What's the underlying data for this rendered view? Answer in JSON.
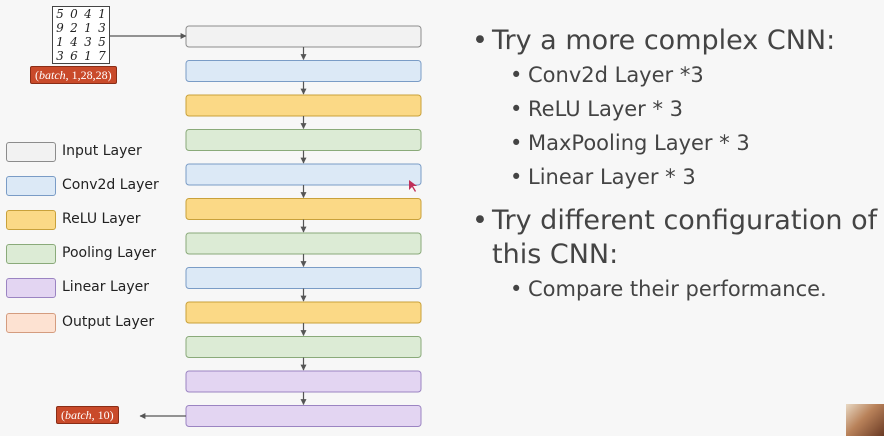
{
  "input_digits": [
    [
      "5",
      "0",
      "4",
      "1"
    ],
    [
      "9",
      "2",
      "1",
      "3"
    ],
    [
      "1",
      "4",
      "3",
      "5"
    ],
    [
      "3",
      "6",
      "1",
      "7"
    ]
  ],
  "input_shape": {
    "var": "batch",
    "rest": ", 1,28,28"
  },
  "output_shape": {
    "var": "batch",
    "rest": ", 10"
  },
  "layers": [
    "input",
    "conv",
    "relu",
    "pool",
    "conv",
    "relu",
    "pool",
    "conv",
    "relu",
    "pool",
    "linear",
    "linear"
  ],
  "layer_colors": {
    "input": {
      "fill": "#f2f2f2",
      "stroke": "#8c8c8c"
    },
    "conv": {
      "fill": "#dce9f6",
      "stroke": "#7a9cc6"
    },
    "relu": {
      "fill": "#fbd986",
      "stroke": "#c9a13a"
    },
    "pool": {
      "fill": "#dcebd5",
      "stroke": "#8aaa7a"
    },
    "linear": {
      "fill": "#e3d5f2",
      "stroke": "#9b84c2"
    },
    "output": {
      "fill": "#fde2d2",
      "stroke": "#d49c7f"
    }
  },
  "legend": [
    {
      "type": "input",
      "label": "Input Layer"
    },
    {
      "type": "conv",
      "label": "Conv2d Layer"
    },
    {
      "type": "relu",
      "label": "ReLU Layer"
    },
    {
      "type": "pool",
      "label": "Pooling Layer"
    },
    {
      "type": "linear",
      "label": "Linear Layer"
    },
    {
      "type": "output",
      "label": "Output Layer"
    }
  ],
  "bullets": {
    "main1": "Try a more complex CNN:",
    "sub1": [
      "Conv2d Layer *3",
      "ReLU Layer * 3",
      "MaxPooling Layer * 3",
      "Linear Layer * 3"
    ],
    "main2a": "Try different configuration of",
    "main2b": "this CNN:",
    "sub2": [
      "Compare their performance."
    ]
  }
}
